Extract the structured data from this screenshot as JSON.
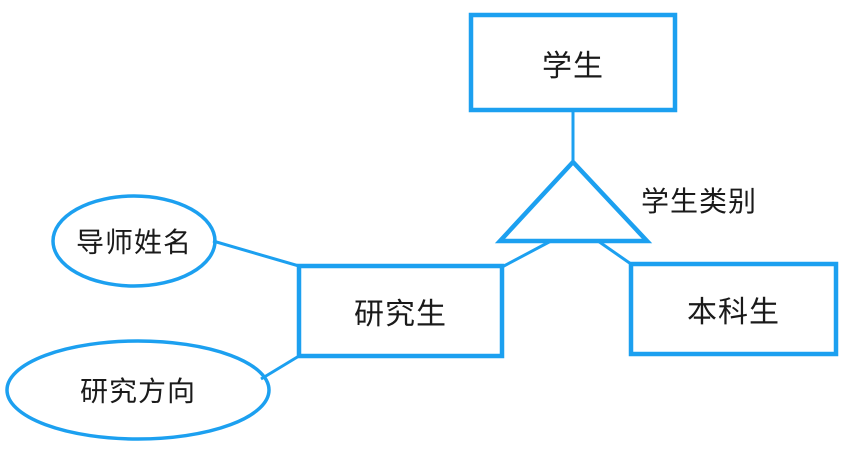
{
  "diagram": {
    "type": "er-specialization-diagram",
    "stroke_color": "#1CA0F0",
    "text_color": "#1A1A1A",
    "background_color": "#FFFFFF",
    "superclass": {
      "label": "学生",
      "shape": "rectangle"
    },
    "specialization": {
      "label": "学生类别",
      "shape": "triangle",
      "symbol": "isa"
    },
    "subclasses": [
      {
        "label": "研究生",
        "shape": "rectangle"
      },
      {
        "label": "本科生",
        "shape": "rectangle"
      }
    ],
    "attributes": [
      {
        "label": "导师姓名",
        "shape": "ellipse",
        "owner": "研究生"
      },
      {
        "label": "研究方向",
        "shape": "ellipse",
        "owner": "研究生"
      }
    ]
  }
}
